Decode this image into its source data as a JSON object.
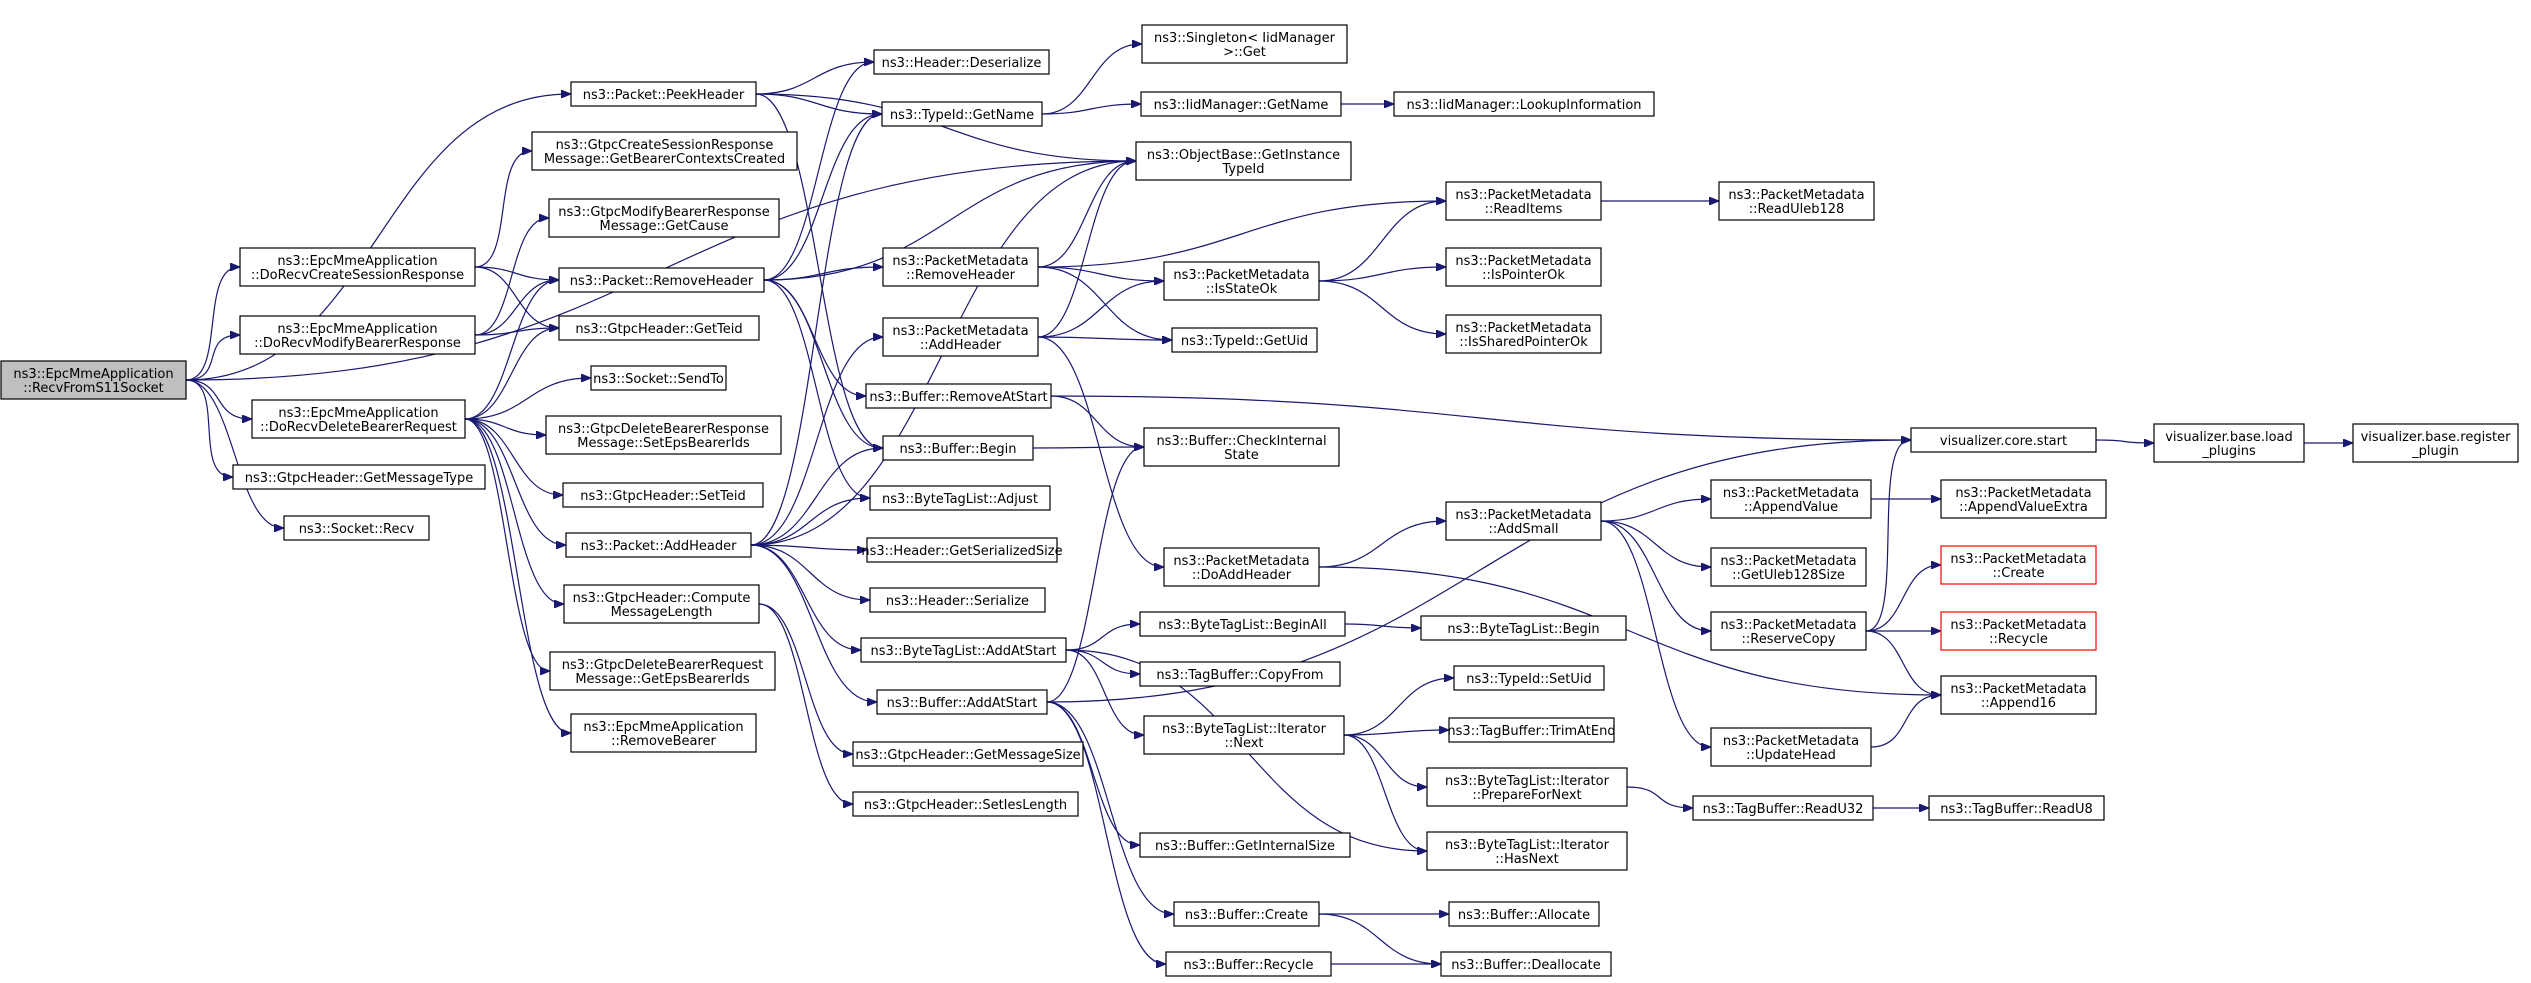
{
  "graph": {
    "nodes": [
      {
        "id": "n0",
        "lines": [
          "ns3::EpcMmeApplication",
          "::RecvFromS11Socket"
        ],
        "root": true
      },
      {
        "id": "n1",
        "lines": [
          "ns3::Packet::PeekHeader"
        ]
      },
      {
        "id": "n2",
        "lines": [
          "ns3::EpcMmeApplication",
          "::DoRecvCreateSessionResponse"
        ]
      },
      {
        "id": "n3",
        "lines": [
          "ns3::EpcMmeApplication",
          "::DoRecvModifyBearerResponse"
        ]
      },
      {
        "id": "n4",
        "lines": [
          "ns3::EpcMmeApplication",
          "::DoRecvDeleteBearerRequest"
        ]
      },
      {
        "id": "n5",
        "lines": [
          "ns3::GtpcHeader::GetMessageType"
        ]
      },
      {
        "id": "n6",
        "lines": [
          "ns3::Socket::Recv"
        ]
      },
      {
        "id": "n7",
        "lines": [
          "ns3::GtpcCreateSessionResponse",
          "Message::GetBearerContextsCreated"
        ]
      },
      {
        "id": "n8",
        "lines": [
          "ns3::GtpcModifyBearerResponse",
          "Message::GetCause"
        ]
      },
      {
        "id": "n9",
        "lines": [
          "ns3::Packet::RemoveHeader"
        ]
      },
      {
        "id": "n10",
        "lines": [
          "ns3::GtpcHeader::GetTeid"
        ]
      },
      {
        "id": "n11",
        "lines": [
          "ns3::Socket::SendTo"
        ]
      },
      {
        "id": "n12",
        "lines": [
          "ns3::GtpcDeleteBearerResponse",
          "Message::SetEpsBearerIds"
        ]
      },
      {
        "id": "n13",
        "lines": [
          "ns3::GtpcHeader::SetTeid"
        ]
      },
      {
        "id": "n14",
        "lines": [
          "ns3::Packet::AddHeader"
        ]
      },
      {
        "id": "n15",
        "lines": [
          "ns3::GtpcHeader::Compute",
          "MessageLength"
        ]
      },
      {
        "id": "n16",
        "lines": [
          "ns3::GtpcDeleteBearerRequest",
          "Message::GetEpsBearerIds"
        ]
      },
      {
        "id": "n17",
        "lines": [
          "ns3::EpcMmeApplication",
          "::RemoveBearer"
        ]
      },
      {
        "id": "n18",
        "lines": [
          "ns3::Header::Deserialize"
        ]
      },
      {
        "id": "n19",
        "lines": [
          "ns3::TypeId::GetName"
        ]
      },
      {
        "id": "n20",
        "lines": [
          "ns3::PacketMetadata",
          "::RemoveHeader"
        ]
      },
      {
        "id": "n21",
        "lines": [
          "ns3::PacketMetadata",
          "::AddHeader"
        ]
      },
      {
        "id": "n22",
        "lines": [
          "ns3::Buffer::RemoveAtStart"
        ]
      },
      {
        "id": "n23",
        "lines": [
          "ns3::Buffer::Begin"
        ]
      },
      {
        "id": "n24",
        "lines": [
          "ns3::ByteTagList::Adjust"
        ]
      },
      {
        "id": "n25",
        "lines": [
          "ns3::Header::GetSerializedSize"
        ]
      },
      {
        "id": "n26",
        "lines": [
          "ns3::Header::Serialize"
        ]
      },
      {
        "id": "n27",
        "lines": [
          "ns3::ByteTagList::AddAtStart"
        ]
      },
      {
        "id": "n28",
        "lines": [
          "ns3::Buffer::AddAtStart"
        ]
      },
      {
        "id": "n29",
        "lines": [
          "ns3::GtpcHeader::GetMessageSize"
        ]
      },
      {
        "id": "n30",
        "lines": [
          "ns3::GtpcHeader::SetIesLength"
        ]
      },
      {
        "id": "n31",
        "lines": [
          "ns3::Singleton< IidManager",
          " >::Get"
        ]
      },
      {
        "id": "n32",
        "lines": [
          "ns3::IidManager::GetName"
        ]
      },
      {
        "id": "n33",
        "lines": [
          "ns3::ObjectBase::GetInstance",
          "TypeId"
        ]
      },
      {
        "id": "n34",
        "lines": [
          "ns3::PacketMetadata",
          "::IsStateOk"
        ]
      },
      {
        "id": "n35",
        "lines": [
          "ns3::TypeId::GetUid"
        ]
      },
      {
        "id": "n36",
        "lines": [
          "ns3::Buffer::CheckInternal",
          "State"
        ]
      },
      {
        "id": "n37",
        "lines": [
          "ns3::PacketMetadata",
          "::DoAddHeader"
        ]
      },
      {
        "id": "n38",
        "lines": [
          "ns3::ByteTagList::BeginAll"
        ]
      },
      {
        "id": "n39",
        "lines": [
          "ns3::TagBuffer::CopyFrom"
        ]
      },
      {
        "id": "n40",
        "lines": [
          "ns3::ByteTagList::Iterator",
          "::Next"
        ]
      },
      {
        "id": "n41",
        "lines": [
          "ns3::Buffer::GetInternalSize"
        ]
      },
      {
        "id": "n42",
        "lines": [
          "ns3::Buffer::Create"
        ]
      },
      {
        "id": "n43",
        "lines": [
          "ns3::Buffer::Recycle"
        ]
      },
      {
        "id": "n44",
        "lines": [
          "ns3::IidManager::LookupInformation"
        ]
      },
      {
        "id": "n45",
        "lines": [
          "ns3::PacketMetadata",
          "::ReadItems"
        ]
      },
      {
        "id": "n46",
        "lines": [
          "ns3::PacketMetadata",
          "::IsPointerOk"
        ]
      },
      {
        "id": "n47",
        "lines": [
          "ns3::PacketMetadata",
          "::IsSharedPointerOk"
        ]
      },
      {
        "id": "n48",
        "lines": [
          "ns3::PacketMetadata",
          "::AddSmall"
        ]
      },
      {
        "id": "n49",
        "lines": [
          "ns3::ByteTagList::Begin"
        ]
      },
      {
        "id": "n50",
        "lines": [
          "ns3::TypeId::SetUid"
        ]
      },
      {
        "id": "n51",
        "lines": [
          "ns3::TagBuffer::TrimAtEnd"
        ]
      },
      {
        "id": "n52",
        "lines": [
          "ns3::ByteTagList::Iterator",
          "::PrepareForNext"
        ]
      },
      {
        "id": "n53",
        "lines": [
          "ns3::ByteTagList::Iterator",
          "::HasNext"
        ]
      },
      {
        "id": "n54",
        "lines": [
          "ns3::Buffer::Allocate"
        ]
      },
      {
        "id": "n55",
        "lines": [
          "ns3::Buffer::Deallocate"
        ]
      },
      {
        "id": "n56",
        "lines": [
          "ns3::PacketMetadata",
          "::ReadUleb128"
        ]
      },
      {
        "id": "n57",
        "lines": [
          "ns3::PacketMetadata",
          "::AppendValue"
        ]
      },
      {
        "id": "n58",
        "lines": [
          "ns3::PacketMetadata",
          "::GetUleb128Size"
        ]
      },
      {
        "id": "n59",
        "lines": [
          "ns3::PacketMetadata",
          "::ReserveCopy"
        ]
      },
      {
        "id": "n60",
        "lines": [
          "ns3::PacketMetadata",
          "::UpdateHead"
        ]
      },
      {
        "id": "n61",
        "lines": [
          "ns3::TagBuffer::ReadU32"
        ]
      },
      {
        "id": "n62",
        "lines": [
          "visualizer.core.start"
        ]
      },
      {
        "id": "n63",
        "lines": [
          "visualizer.base.load",
          "_plugins"
        ]
      },
      {
        "id": "n64",
        "lines": [
          "visualizer.base.register",
          "_plugin"
        ]
      },
      {
        "id": "n65",
        "lines": [
          "ns3::PacketMetadata",
          "::AppendValueExtra"
        ]
      },
      {
        "id": "n66",
        "lines": [
          "ns3::PacketMetadata",
          "::Create"
        ],
        "truncated": true
      },
      {
        "id": "n67",
        "lines": [
          "ns3::PacketMetadata",
          "::Recycle"
        ],
        "truncated": true
      },
      {
        "id": "n68",
        "lines": [
          "ns3::PacketMetadata",
          "::Append16"
        ]
      },
      {
        "id": "n69",
        "lines": [
          "ns3::TagBuffer::ReadU8"
        ]
      }
    ],
    "edges": [
      [
        "n0",
        "n1"
      ],
      [
        "n0",
        "n2"
      ],
      [
        "n0",
        "n3"
      ],
      [
        "n0",
        "n4"
      ],
      [
        "n0",
        "n5"
      ],
      [
        "n0",
        "n6"
      ],
      [
        "n0",
        "n33"
      ],
      [
        "n1",
        "n18"
      ],
      [
        "n1",
        "n19"
      ],
      [
        "n1",
        "n33"
      ],
      [
        "n1",
        "n23"
      ],
      [
        "n2",
        "n7"
      ],
      [
        "n2",
        "n9"
      ],
      [
        "n2",
        "n10"
      ],
      [
        "n3",
        "n8"
      ],
      [
        "n3",
        "n9"
      ],
      [
        "n3",
        "n10"
      ],
      [
        "n4",
        "n9"
      ],
      [
        "n4",
        "n10"
      ],
      [
        "n4",
        "n11"
      ],
      [
        "n4",
        "n12"
      ],
      [
        "n4",
        "n13"
      ],
      [
        "n4",
        "n14"
      ],
      [
        "n4",
        "n15"
      ],
      [
        "n4",
        "n16"
      ],
      [
        "n4",
        "n17"
      ],
      [
        "n9",
        "n18"
      ],
      [
        "n9",
        "n19"
      ],
      [
        "n9",
        "n33"
      ],
      [
        "n9",
        "n20"
      ],
      [
        "n9",
        "n22"
      ],
      [
        "n9",
        "n23"
      ],
      [
        "n9",
        "n24"
      ],
      [
        "n14",
        "n19"
      ],
      [
        "n14",
        "n33"
      ],
      [
        "n14",
        "n21"
      ],
      [
        "n14",
        "n23"
      ],
      [
        "n14",
        "n24"
      ],
      [
        "n14",
        "n25"
      ],
      [
        "n14",
        "n26"
      ],
      [
        "n14",
        "n27"
      ],
      [
        "n14",
        "n28"
      ],
      [
        "n15",
        "n29"
      ],
      [
        "n15",
        "n30"
      ],
      [
        "n19",
        "n31"
      ],
      [
        "n19",
        "n32"
      ],
      [
        "n32",
        "n44"
      ],
      [
        "n20",
        "n33"
      ],
      [
        "n20",
        "n45"
      ],
      [
        "n20",
        "n34"
      ],
      [
        "n20",
        "n35"
      ],
      [
        "n21",
        "n33"
      ],
      [
        "n21",
        "n34"
      ],
      [
        "n21",
        "n35"
      ],
      [
        "n21",
        "n37"
      ],
      [
        "n22",
        "n62"
      ],
      [
        "n22",
        "n36"
      ],
      [
        "n23",
        "n36"
      ],
      [
        "n27",
        "n38"
      ],
      [
        "n27",
        "n39"
      ],
      [
        "n27",
        "n40"
      ],
      [
        "n27",
        "n53"
      ],
      [
        "n28",
        "n62"
      ],
      [
        "n28",
        "n36"
      ],
      [
        "n28",
        "n41"
      ],
      [
        "n28",
        "n42"
      ],
      [
        "n28",
        "n43"
      ],
      [
        "n34",
        "n45"
      ],
      [
        "n34",
        "n46"
      ],
      [
        "n34",
        "n47"
      ],
      [
        "n37",
        "n48"
      ],
      [
        "n37",
        "n68"
      ],
      [
        "n38",
        "n49"
      ],
      [
        "n40",
        "n50"
      ],
      [
        "n40",
        "n51"
      ],
      [
        "n40",
        "n52"
      ],
      [
        "n40",
        "n53"
      ],
      [
        "n42",
        "n54"
      ],
      [
        "n42",
        "n55"
      ],
      [
        "n43",
        "n55"
      ],
      [
        "n45",
        "n56"
      ],
      [
        "n48",
        "n57"
      ],
      [
        "n48",
        "n58"
      ],
      [
        "n48",
        "n59"
      ],
      [
        "n48",
        "n60"
      ],
      [
        "n52",
        "n61"
      ],
      [
        "n61",
        "n69"
      ],
      [
        "n57",
        "n65"
      ],
      [
        "n59",
        "n62"
      ],
      [
        "n59",
        "n66"
      ],
      [
        "n59",
        "n67"
      ],
      [
        "n59",
        "n68"
      ],
      [
        "n60",
        "n68"
      ],
      [
        "n62",
        "n63"
      ],
      [
        "n63",
        "n64"
      ]
    ]
  }
}
